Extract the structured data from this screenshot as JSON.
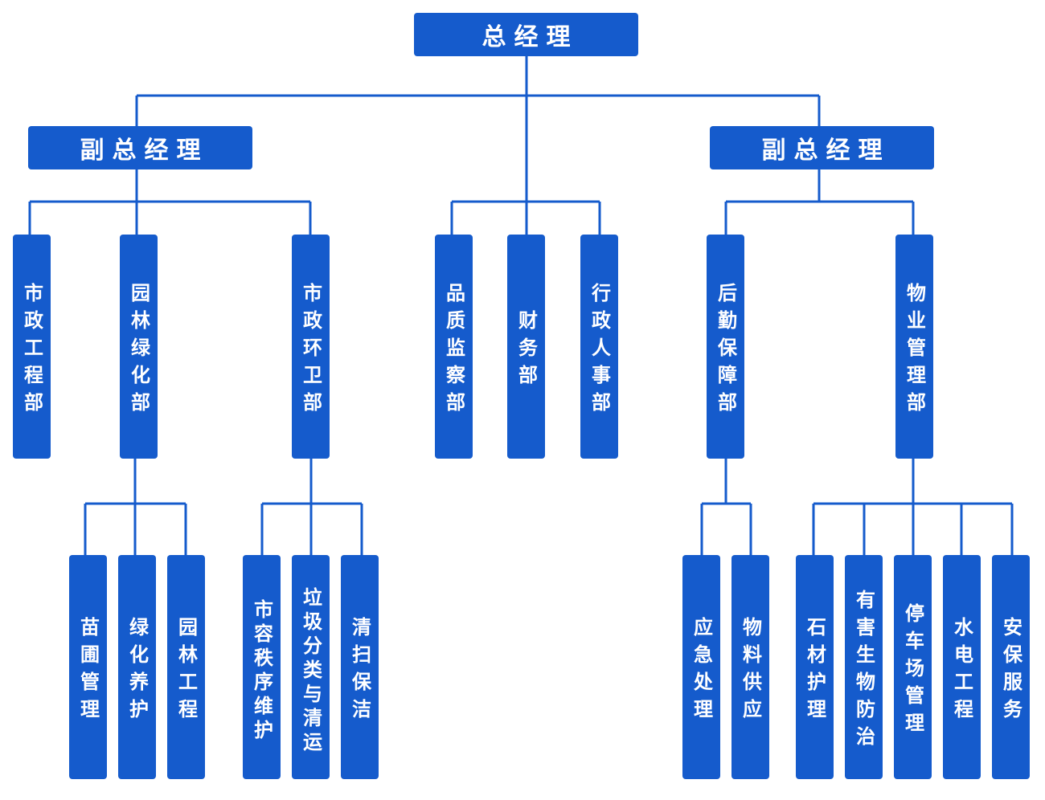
{
  "colors": {
    "node": "#155bcc",
    "line": "#155bcc",
    "text": "#ffffff"
  },
  "general_manager": "总经理",
  "deputy_left": "副总经理",
  "deputy_right": "副总经理",
  "departments": {
    "municipal_engineering": "市政工程部",
    "landscape_greening": "园林绿化部",
    "municipal_sanitation": "市政环卫部",
    "quality_supervision": "品质监察部",
    "finance": "财务部",
    "admin_hr": "行政人事部",
    "logistics_support": "后勤保障部",
    "property_management": "物业管理部"
  },
  "sub_units": {
    "nursery_management": "苗圃管理",
    "greening_maintenance": "绿化养护",
    "landscape_engineering": "园林工程",
    "city_order_maintenance": "市容秩序维护",
    "garbage_sorting_transport": "垃圾分类与清运",
    "cleaning": "清扫保洁",
    "emergency_handling": "应急处理",
    "material_supply": "物料供应",
    "stone_care": "石材护理",
    "pest_control": "有害生物防治",
    "parking_management": "停车场管理",
    "water_electric_engineering": "水电工程",
    "security_service": "安保服务"
  }
}
